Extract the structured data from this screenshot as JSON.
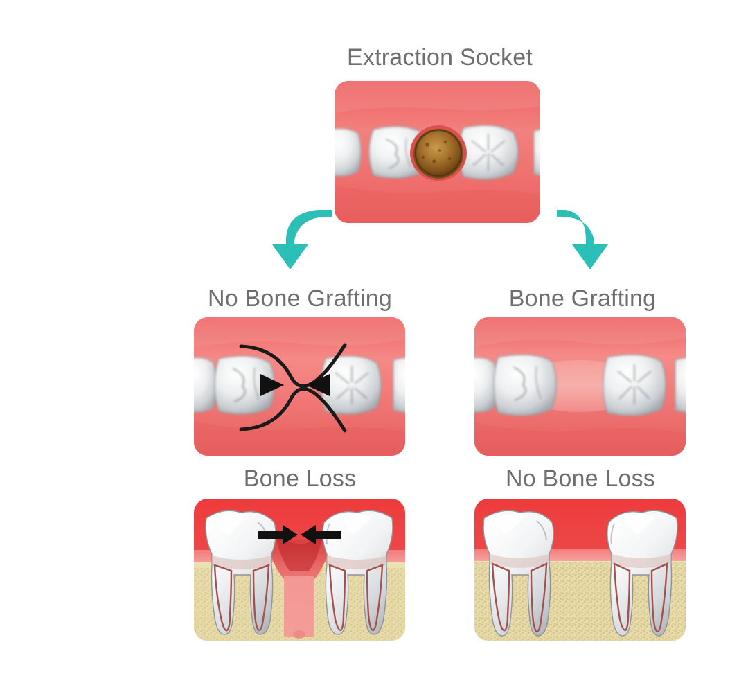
{
  "diagram": {
    "title": "Extraction Socket",
    "colors": {
      "gum": "#F1706E",
      "gum_deep": "#E04A4C",
      "gum_light": "#F8A3A0",
      "tooth": "#FAFAFA",
      "tooth_shadow": "#B9BCC0",
      "bone": "#E8DCA8",
      "socket": "#8A5A22",
      "arrow_teal": "#2BBFB8",
      "arrow_black": "#111111",
      "text": "#6E6E6E",
      "background": "#FFFFFF"
    },
    "nodes": [
      {
        "id": "extraction-socket",
        "label": "Extraction Socket",
        "view": "occlusal",
        "description": "Top-down view of gum with two molars flanking an open brown extraction socket"
      },
      {
        "id": "no-bone-grafting",
        "label": "No Bone Grafting",
        "view": "occlusal",
        "description": "Healed ridge collapsed inward, black outline and two inward arrowheads"
      },
      {
        "id": "bone-grafting",
        "label": "Bone Grafting",
        "view": "occlusal",
        "description": "Healed ridge preserved at full width, no collapse"
      },
      {
        "id": "bone-loss",
        "label": "Bone Loss",
        "view": "cross-section",
        "description": "Cross-section, bone resorbed between roots, black arrows pointing inward"
      },
      {
        "id": "no-bone-loss",
        "label": "No Bone Loss",
        "view": "cross-section",
        "description": "Cross-section, bone volume maintained between roots"
      }
    ],
    "arrows": [
      {
        "id": "arrow-left",
        "from": "extraction-socket",
        "to": "no-bone-grafting",
        "direction": "down-left",
        "color": "#2BBFB8"
      },
      {
        "id": "arrow-right",
        "from": "extraction-socket",
        "to": "bone-grafting",
        "direction": "down-right",
        "color": "#2BBFB8"
      }
    ]
  }
}
